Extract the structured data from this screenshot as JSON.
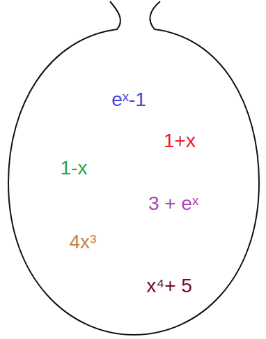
{
  "diagram": {
    "nodes": [
      {
        "text": [
          "eˣ-1",
          "1+x",
          "1-x",
          "3 + eˣ",
          "4x³",
          "x⁴+ 5"
        ]
      }
    ]
  }
}
